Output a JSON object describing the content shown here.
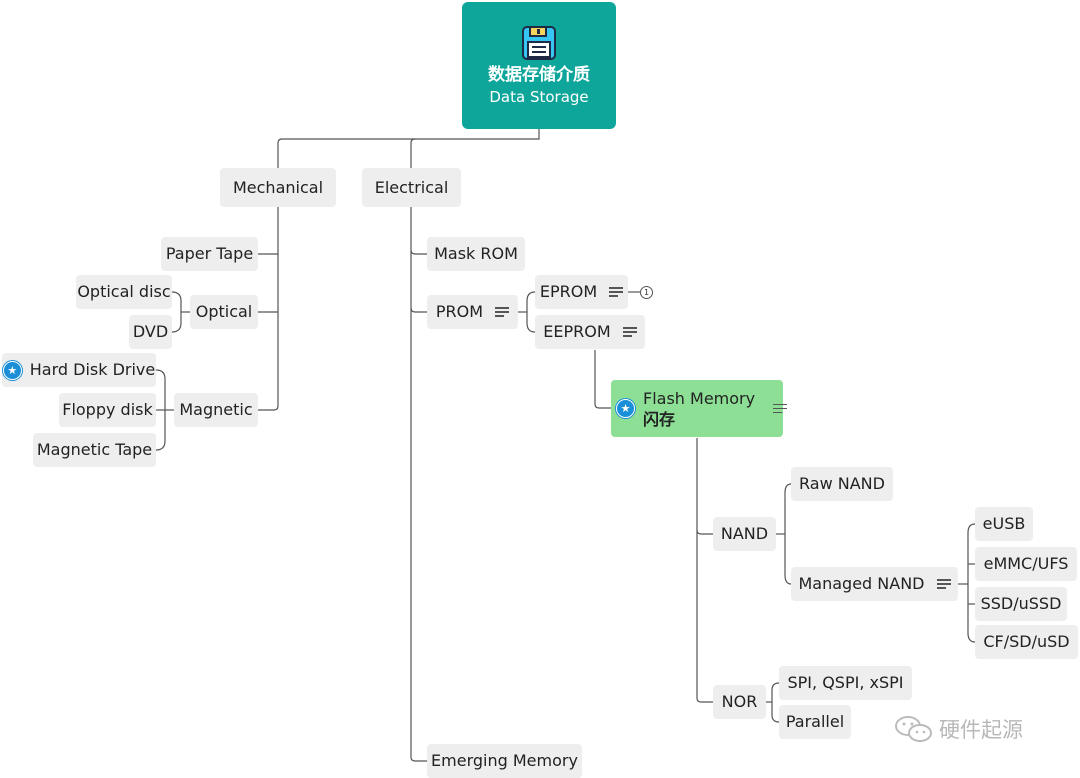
{
  "root": {
    "title_zh": "数据存储介质",
    "title_en": "Data Storage",
    "icon": "floppy-disk-icon"
  },
  "categories": {
    "mechanical": "Mechanical",
    "electrical": "Electrical"
  },
  "mechanical": {
    "paper_tape": "Paper Tape",
    "optical": "Optical",
    "optical_disc": "Optical disc",
    "dvd": "DVD",
    "magnetic": "Magnetic",
    "hard_disk": "Hard Disk Drive",
    "floppy": "Floppy disk",
    "magnetic_tape": "Magnetic Tape"
  },
  "electrical": {
    "mask_rom": "Mask ROM",
    "prom": "PROM",
    "eprom": "EPROM",
    "eprom_badge": "1",
    "eeprom": "EEPROM",
    "flash_en": "Flash Memory",
    "flash_zh": "闪存",
    "emerging": "Emerging Memory"
  },
  "flash": {
    "nand": "NAND",
    "raw_nand": "Raw NAND",
    "managed_nand": "Managed NAND",
    "eusb": "eUSB",
    "emmc": "eMMC/UFS",
    "ssd": "SSD/uSSD",
    "cf": "CF/SD/uSD",
    "nor": "NOR",
    "spi": "SPI, QSPI, xSPI",
    "parallel": "Parallel"
  },
  "watermark": "硬件起源",
  "colors": {
    "root": "#0ea69a",
    "flash": "#8cdf95",
    "node": "#eeeeee",
    "star": "#1a8fd8",
    "line": "#555555"
  }
}
